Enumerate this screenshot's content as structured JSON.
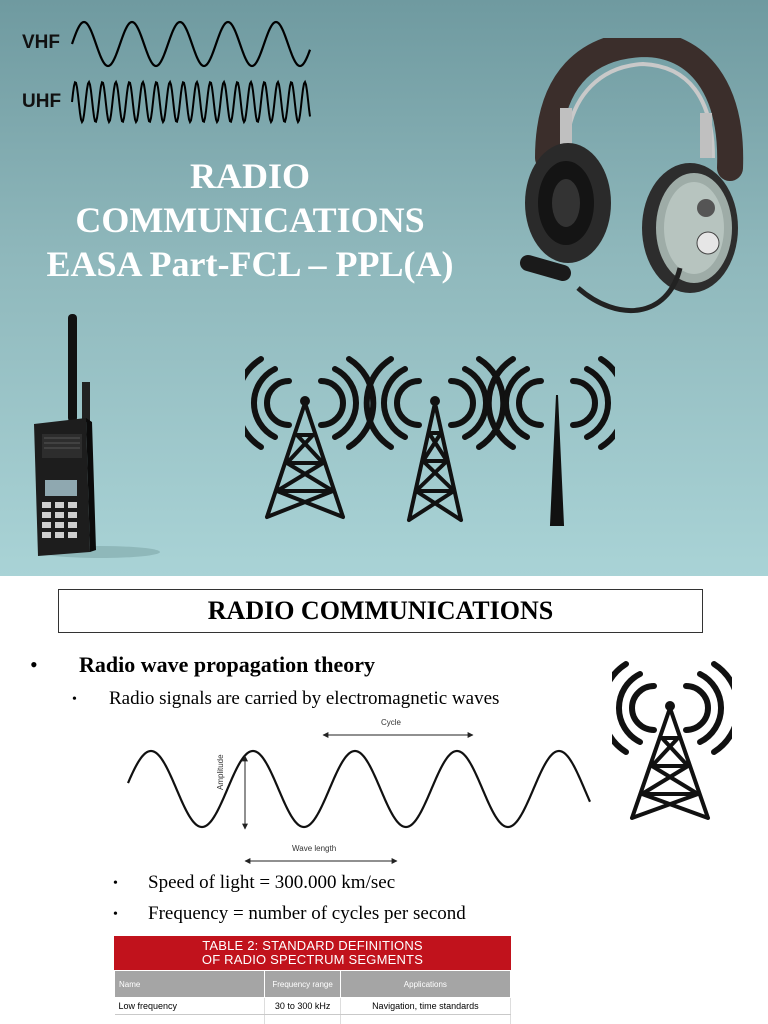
{
  "slide1": {
    "wave_labels": {
      "vhf": "VHF",
      "uhf": "UHF"
    },
    "title_lines": [
      "RADIO",
      "COMMUNICATIONS",
      "EASA Part-FCL – PPL(A)"
    ],
    "icons": [
      "sine-wave-icon",
      "headset-icon",
      "walkie-talkie-icon",
      "radio-tower-icon"
    ]
  },
  "slide2": {
    "title": "RADIO COMMUNICATIONS",
    "bullet_main": "Radio wave propagation theory",
    "sub_bullets": [
      "Radio signals are carried by electromagnetic waves",
      "Speed of light = 300.000 km/sec",
      "Frequency = number of cycles per second"
    ],
    "diagram_labels": {
      "cycle": "Cycle",
      "amplitude": "Amplitude",
      "wavelength": "Wave length"
    },
    "table": {
      "title_lines": [
        "TABLE 2: STANDARD DEFINITIONS",
        "OF RADIO SPECTRUM SEGMENTS"
      ],
      "headers": [
        "Name",
        "Frequency range",
        "Applications"
      ],
      "rows": [
        [
          "Low frequency",
          "30 to 300 kHz",
          "Navigation, time standards"
        ]
      ],
      "colors": {
        "title_bg": "#c1121c",
        "header_bg": "#a5a5a5"
      }
    }
  }
}
